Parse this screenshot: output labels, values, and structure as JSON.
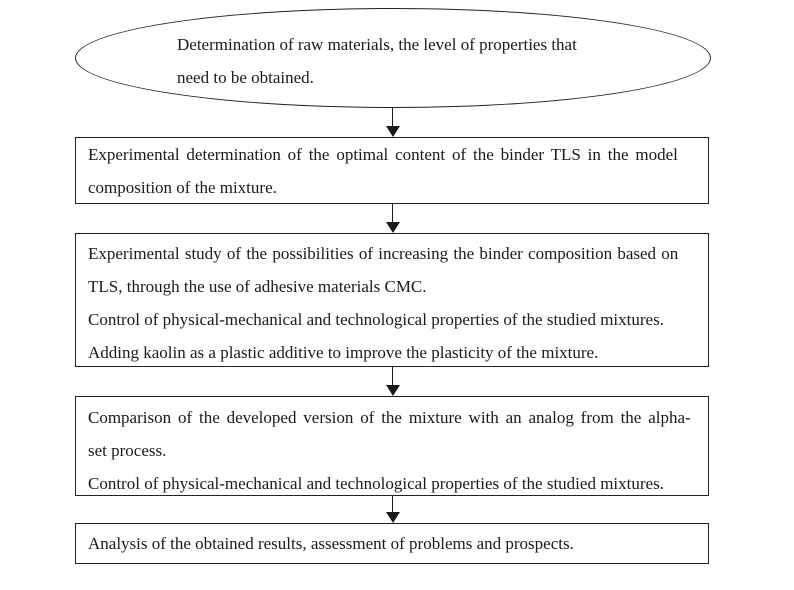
{
  "flowchart": {
    "title": "Research methodology flowchart",
    "colors": {
      "background": "#ffffff",
      "stroke": "#222222",
      "text": "#1a1a1a"
    },
    "ellipse": {
      "lines": [
        "Determination of raw materials, the level of properties that",
        "need to be obtained."
      ]
    },
    "boxes": [
      {
        "lines": [
          "Experimental determination of the optimal content of the binder TLS in the model",
          "composition of the mixture."
        ]
      },
      {
        "lines": [
          "Experimental study of the possibilities of increasing the binder composition based on",
          "TLS, through the use of adhesive materials CMC.",
          "Control of physical-mechanical and technological properties of the studied mixtures.",
          "Adding kaolin as a plastic additive to improve the plasticity of the mixture."
        ]
      },
      {
        "lines": [
          "Comparison of the developed version of the mixture with an analog from the alpha-",
          "set process.",
          "Control of physical-mechanical and technological properties of the studied mixtures."
        ]
      },
      {
        "lines": [
          "Analysis of the obtained results, assessment of problems and prospects."
        ]
      }
    ]
  }
}
